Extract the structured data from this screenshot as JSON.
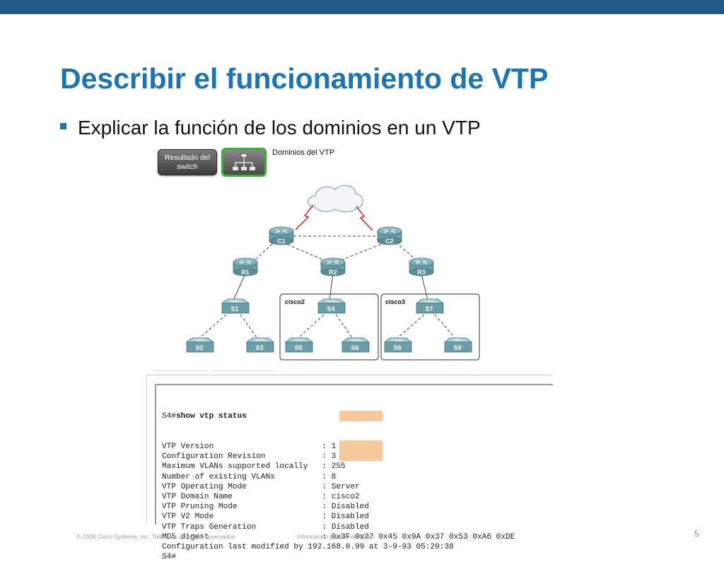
{
  "slide": {
    "title": "Describir el funcionamiento de VTP",
    "bullet": "Explicar la función de los dominios en un VTP",
    "page_number": "5"
  },
  "figure": {
    "button_switch_label": "Resultado del switch",
    "domains_button_icon": "network-topology-icon",
    "label": "Dominios del VTP",
    "devices": {
      "routers": [
        "C1",
        "C2",
        "R1",
        "R2",
        "R3"
      ],
      "switches": [
        "S1",
        "S4",
        "S7",
        "S2",
        "S3",
        "S5",
        "S6",
        "S8",
        "S9"
      ],
      "domains": [
        "cisco2",
        "cisco3"
      ]
    }
  },
  "terminal": {
    "prompt": "S4#",
    "command": "show vtp status",
    "rows": [
      {
        "key": "VTP Version",
        "value": "1"
      },
      {
        "key": "Configuration Revision",
        "value": "3"
      },
      {
        "key": "Maximum VLANs supported locally",
        "value": "255"
      },
      {
        "key": "Number of existing VLANs",
        "value": "8"
      },
      {
        "key": "VTP Operating Mode",
        "value": "Server"
      },
      {
        "key": "VTP Domain Name",
        "value": "cisco2"
      },
      {
        "key": "VTP Pruning Mode",
        "value": "Disabled"
      },
      {
        "key": "VTP V2 Mode",
        "value": "Disabled"
      },
      {
        "key": "VTP Traps Generation",
        "value": "Disabled"
      },
      {
        "key": "MD5 digest",
        "value": "0x3F 0x37 0x45 0x9A 0x37 0x53 0xA6 0xDE"
      }
    ],
    "last_line": "Configuration last modified by 192.168.0.99 at 3-9-93 05:20:38",
    "end_prompt": "S4#"
  },
  "footer": {
    "copyright": "© 2006 Cisco Systems, Inc. Todos los derechos reservados.",
    "classification": "Información pública de Cisco"
  },
  "colors": {
    "top_bar": "#1f5b86",
    "title": "#1b74b6",
    "highlight": "#f7c99a",
    "selected_border": "#2fb52f",
    "wan_link": "#e02020"
  }
}
